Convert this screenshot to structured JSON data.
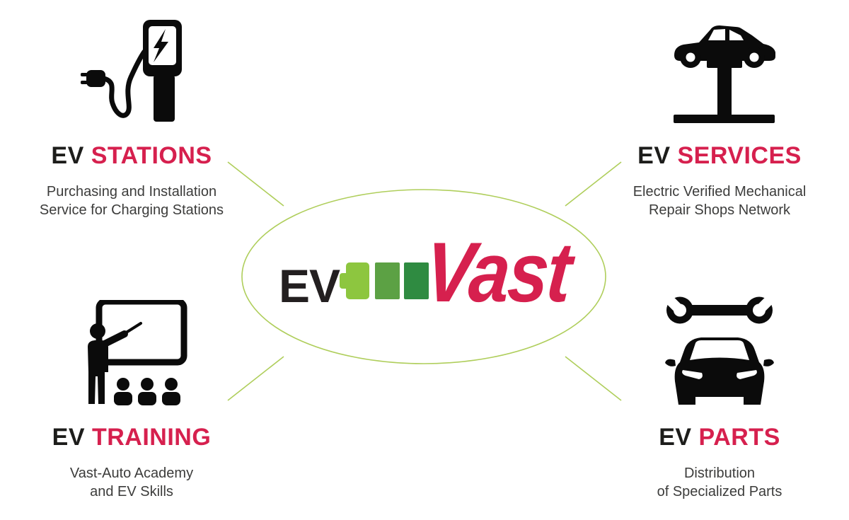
{
  "colors": {
    "crimson": "#D6204E",
    "ink": "#1D1D1B",
    "text_gray": "#3C3C3B",
    "connector_green": "#AFCE5B"
  },
  "logo": {
    "ev": "EV",
    "vast": "Vast",
    "battery": {
      "green_light": "#8DC63F",
      "green_mid": "#5CA144",
      "green_dark": "#2F8B41"
    }
  },
  "quadrants": [
    {
      "id": "stations",
      "icon": "ev-charging-station-icon",
      "title_prefix": "EV",
      "title_word": "STATIONS",
      "subtitle_line1": "Purchasing and Installation",
      "subtitle_line2": "Service for Charging Stations"
    },
    {
      "id": "services",
      "icon": "car-on-lift-icon",
      "title_prefix": "EV",
      "title_word": "SERVICES",
      "subtitle_line1": "Electric Verified Mechanical",
      "subtitle_line2": "Repair Shops Network"
    },
    {
      "id": "training",
      "icon": "instructor-training-icon",
      "title_prefix": "EV",
      "title_word": "TRAINING",
      "subtitle_line1": "Vast-Auto Academy",
      "subtitle_line2": "and EV Skills"
    },
    {
      "id": "parts",
      "icon": "wrench-and-car-icon",
      "title_prefix": "EV",
      "title_word": "PARTS",
      "subtitle_line1": "Distribution",
      "subtitle_line2": "of Specialized Parts"
    }
  ]
}
